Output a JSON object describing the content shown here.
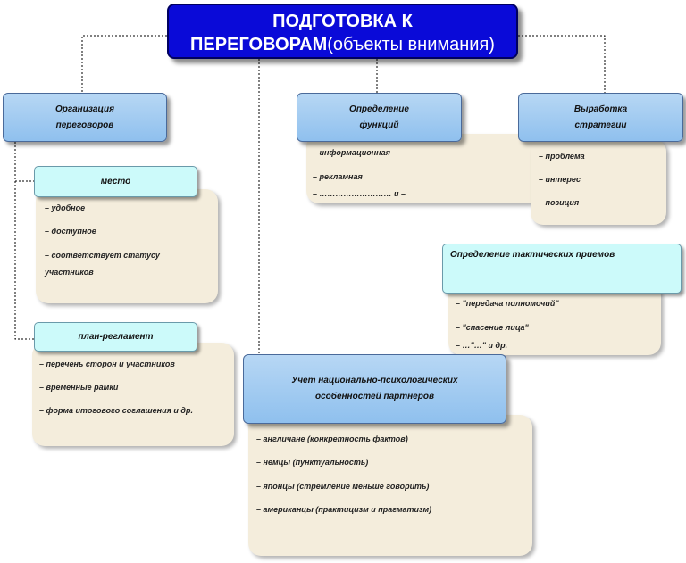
{
  "title": {
    "line1": "ПОДГОТОВКА  К",
    "line2_bold": "ПЕРЕГОВОРАМ",
    "line2_rest": "(объекты  внимания)"
  },
  "org": {
    "line1": "Организация",
    "line2": "переговоров"
  },
  "func": {
    "line1": "Определение",
    "line2": "функций",
    "items": [
      "– информационная",
      "– рекламная",
      "– ……………………… и –"
    ]
  },
  "strat": {
    "line1": "Выработка",
    "line2": "стратегии",
    "items": [
      "– проблема",
      "– интерес",
      "– позиция"
    ]
  },
  "place": {
    "label": "место",
    "items": [
      "– удобное",
      "– доступное",
      "– соответствует статусу",
      "участников"
    ]
  },
  "plan": {
    "label": "план-регламент",
    "items": [
      "– перечень сторон и участников",
      "– временные рамки",
      "– форма итогового соглашения и др."
    ]
  },
  "tactics": {
    "label": "Определение тактических приемов",
    "items": [
      "– \"передача полномочий\"",
      "– \"спасение лица\"",
      "– …\"…\" и др."
    ]
  },
  "national": {
    "line1": "Учет национально-психологических",
    "line2": "особенностей партнеров",
    "items": [
      "– англичане (конкретность фактов)",
      "– немцы (пунктуальность)",
      "– японцы (стремление меньше говорить)",
      "– американцы (практицизм и прагматизм)"
    ]
  }
}
